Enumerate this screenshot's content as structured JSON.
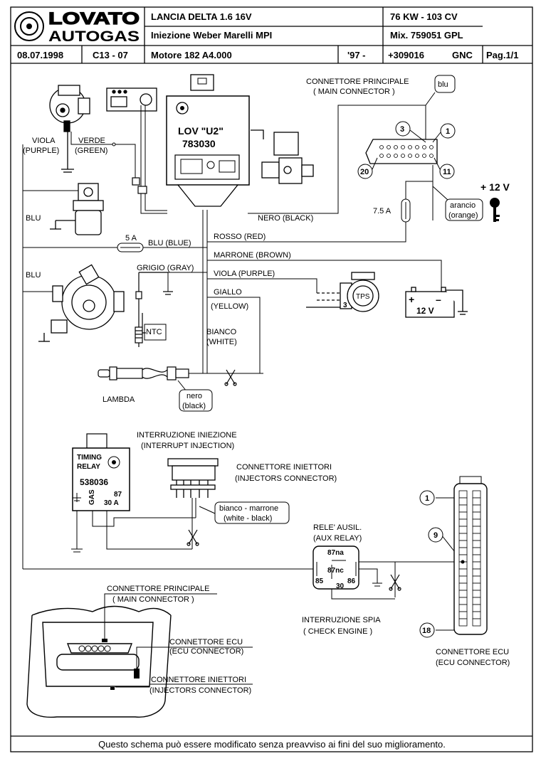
{
  "header": {
    "logo_top": "LOVATO",
    "logo_bottom": "AUTOGAS",
    "car_model": "LANCIA DELTA 1.6  16V",
    "injection": "Iniezione  Weber  Marelli  MPI",
    "power": "76 KW - 103 CV",
    "mix": "Mix. 759051 GPL",
    "date": "08.07.1998",
    "code": "C13 - 07",
    "engine": "Motore 182 A4.000",
    "year": "'97 -",
    "part_no": "+309016",
    "fuel": "GNC",
    "page": "Pag.1/1"
  },
  "ecu": {
    "name": "LOV \"U2\"",
    "code": "783030"
  },
  "main_connector": {
    "title": "CONNETTORE PRINCIPALE",
    "subtitle": "( MAIN CONNECTOR )",
    "blu": "blu",
    "pins": [
      "3",
      "1",
      "20",
      "11"
    ]
  },
  "wires": {
    "viola_left": "VIOLA",
    "purple_left": "(PURPLE)",
    "verde": "VERDE",
    "green": "(GREEN)",
    "blu1": "BLU",
    "blu2": "BLU",
    "fuse_5a": "5 A",
    "blu_blue": "BLU (BLUE)",
    "nero_black": "NERO (BLACK)",
    "rosso_red": "ROSSO (RED)",
    "marrone_brown": "MARRONE (BROWN)",
    "grigio_gray": "GRIGIO (GRAY)",
    "viola_purple": "VIOLA (PURPLE)",
    "giallo": "GIALLO",
    "yellow": "(YELLOW)",
    "bianco": "BIANCO",
    "white": "(WHITE)",
    "ntc": "NTC",
    "tps": "TPS",
    "tps_pin": "3",
    "lambda": "LAMBDA",
    "nero_small": "nero",
    "black_small": "(black)",
    "fuse_75a": "7.5 A",
    "arancio": "arancio",
    "orange": "(orange)",
    "plus12v": "+ 12 V",
    "battery": "12 V",
    "bat_plus": "+",
    "bat_minus": "–"
  },
  "timing_relay": {
    "title1": "TIMING",
    "title2": "RELAY",
    "code": "538036",
    "gas": "GAS",
    "pin87": "87",
    "pin30a": "30 A"
  },
  "interrupt": {
    "title": "INTERRUZIONE INIEZIONE",
    "subtitle": "(INTERRUPT INJECTION)",
    "inj_conn": "CONNETTORE INIETTORI",
    "inj_conn_en": "(INJECTORS CONNECTOR)",
    "wb1": "bianco - marrone",
    "wb2": "(white - black)"
  },
  "aux_relay": {
    "title": "RELE' AUSIL.",
    "subtitle": "(AUX RELAY)",
    "pin87na": "87na",
    "pin87nc": "87nc",
    "pin85": "85",
    "pin86": "86",
    "pin30": "30",
    "check1": "INTERRUZIONE SPIA",
    "check2": "( CHECK ENGINE )"
  },
  "ecu_connector": {
    "title": "CONNETTORE ECU",
    "subtitle": "(ECU CONNECTOR)",
    "pins": [
      "1",
      "9",
      "18"
    ]
  },
  "location": {
    "main1": "CONNETTORE PRINCIPALE",
    "main2": "( MAIN CONNECTOR )",
    "ecu1": "CONNETTORE ECU",
    "ecu2": "(ECU CONNECTOR)",
    "inj1": "CONNETTORE INIETTORI",
    "inj2": "(INJECTORS CONNECTOR)"
  },
  "footer": "Questo schema può essere modificato senza preavviso ai fini del suo miglioramento."
}
